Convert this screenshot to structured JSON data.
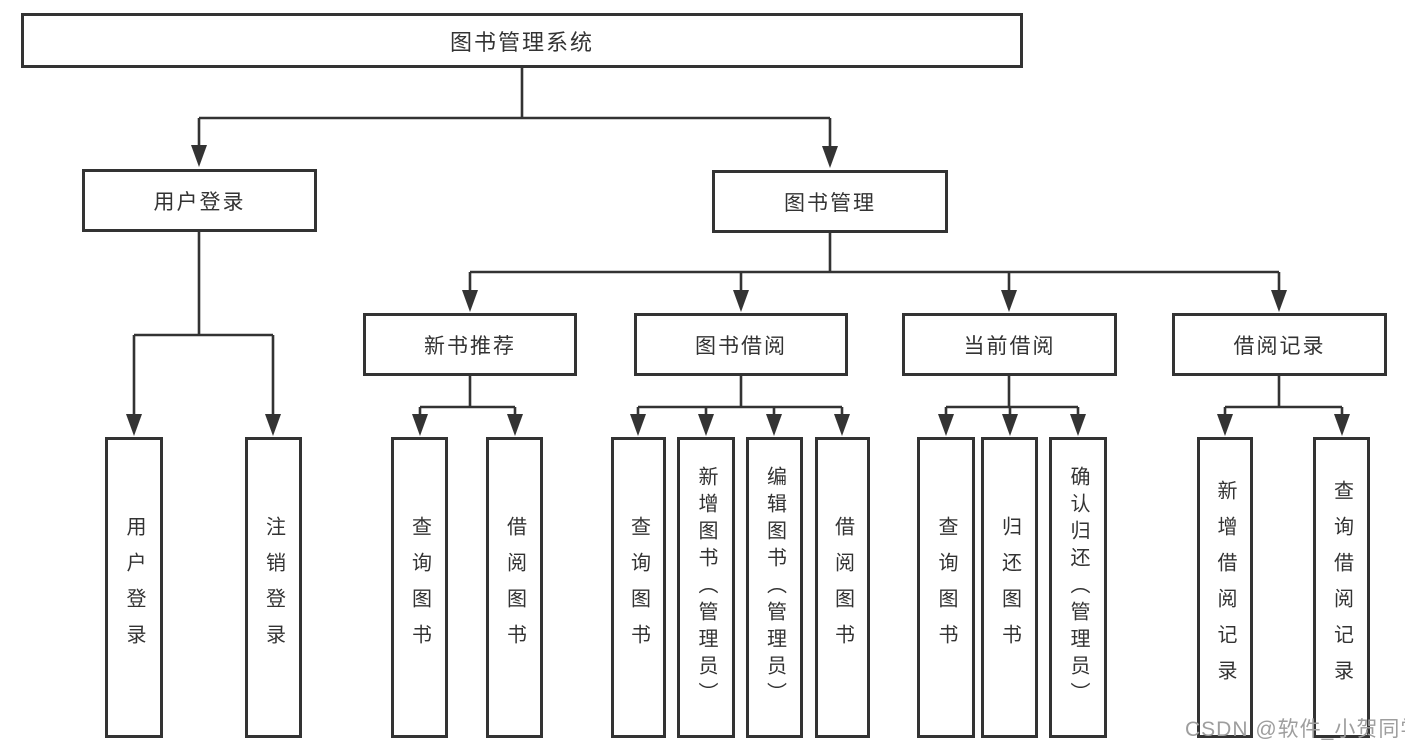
{
  "tree": {
    "root": {
      "label": "图书管理系统"
    },
    "branches": [
      {
        "label": "用户登录",
        "children": [
          {
            "label": "用户登录"
          },
          {
            "label": "注销登录"
          }
        ]
      },
      {
        "label": "图书管理",
        "children": [
          {
            "label": "新书推荐",
            "children": [
              {
                "label": "查询图书"
              },
              {
                "label": "借阅图书"
              }
            ]
          },
          {
            "label": "图书借阅",
            "children": [
              {
                "label": "查询图书"
              },
              {
                "label": "新增图书（管理员）"
              },
              {
                "label": "编辑图书（管理员）"
              },
              {
                "label": "借阅图书"
              }
            ]
          },
          {
            "label": "当前借阅",
            "children": [
              {
                "label": "查询图书"
              },
              {
                "label": "归还图书"
              },
              {
                "label": "确认归还（管理员）"
              }
            ]
          },
          {
            "label": "借阅记录",
            "children": [
              {
                "label": "新增借阅记录"
              },
              {
                "label": "查询借阅记录"
              }
            ]
          }
        ]
      }
    ]
  },
  "watermark": {
    "text": "CSDN @软件_小贺同学"
  },
  "colors": {
    "line": "#333333",
    "box_border": "#333333",
    "text": "#333333",
    "background": "#ffffff",
    "watermark": "#9e9e9e"
  }
}
